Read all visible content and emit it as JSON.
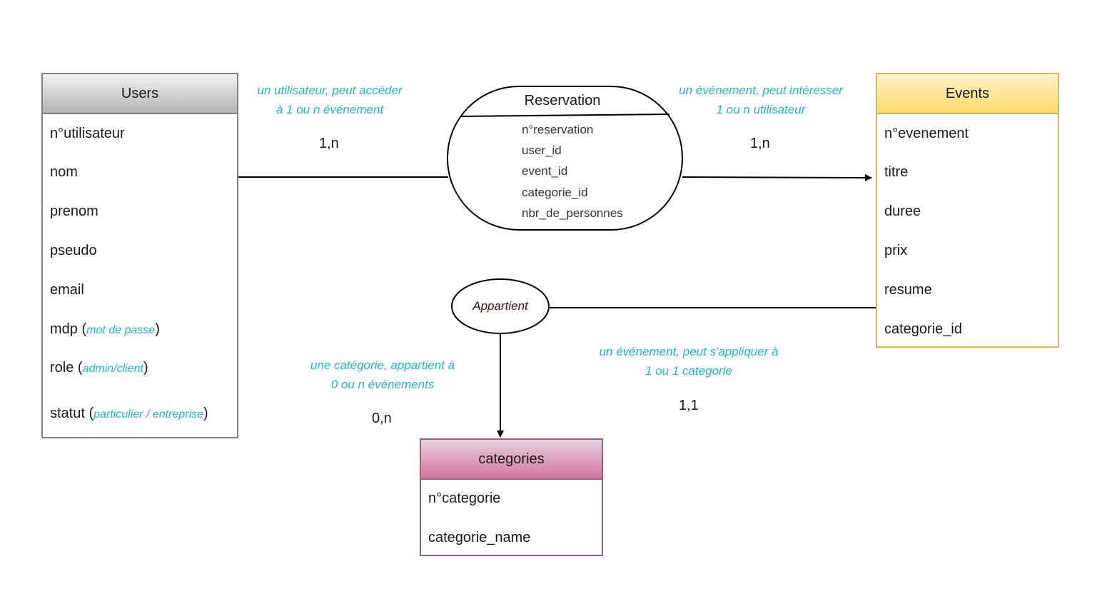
{
  "users": {
    "title": "Users",
    "fields": [
      "n°utilisateur",
      "nom",
      "prenom",
      "pseudo",
      "email"
    ],
    "mdp": {
      "name": "mdp",
      "hint": "mot de passe"
    },
    "role": {
      "name": "role",
      "hint": "admin/client"
    },
    "statut": {
      "name": "statut",
      "hint": "particulier / entreprise"
    }
  },
  "reservation": {
    "title": "Reservation",
    "fields": [
      "n°reservation",
      "user_id",
      "event_id",
      "categorie_id",
      "nbr_de_personnes"
    ]
  },
  "events": {
    "title": "Events",
    "fields": [
      "n°evenement",
      "titre",
      "duree",
      "prix",
      "resume",
      "categorie_id"
    ]
  },
  "categories": {
    "title": "categories",
    "fields": [
      "n°categorie",
      "categorie_name"
    ]
  },
  "appartient": {
    "label": "Appartient"
  },
  "notes": {
    "users_reservation": [
      "un utilisateur, peut accéder",
      "à 1 ou n événement"
    ],
    "events_reservation": [
      "un événement, peut intéresser",
      "1 ou n utilisateur"
    ],
    "categorie_appartient": [
      "une catégorie, appartient à",
      "0 ou n événements"
    ],
    "event_appartient": [
      "un événement, peut s'appliquer à",
      "1 ou 1 categorie"
    ]
  },
  "cardinalities": {
    "users_reservation": "1,n",
    "events_reservation": "1,n",
    "categorie_appartient": "0,n",
    "event_appartient": "1,1"
  },
  "colors": {
    "users_border": "#7f7f7f",
    "events_border": "#d6b656",
    "categories_border": "#996185",
    "note_text": "#1eb8c8"
  }
}
